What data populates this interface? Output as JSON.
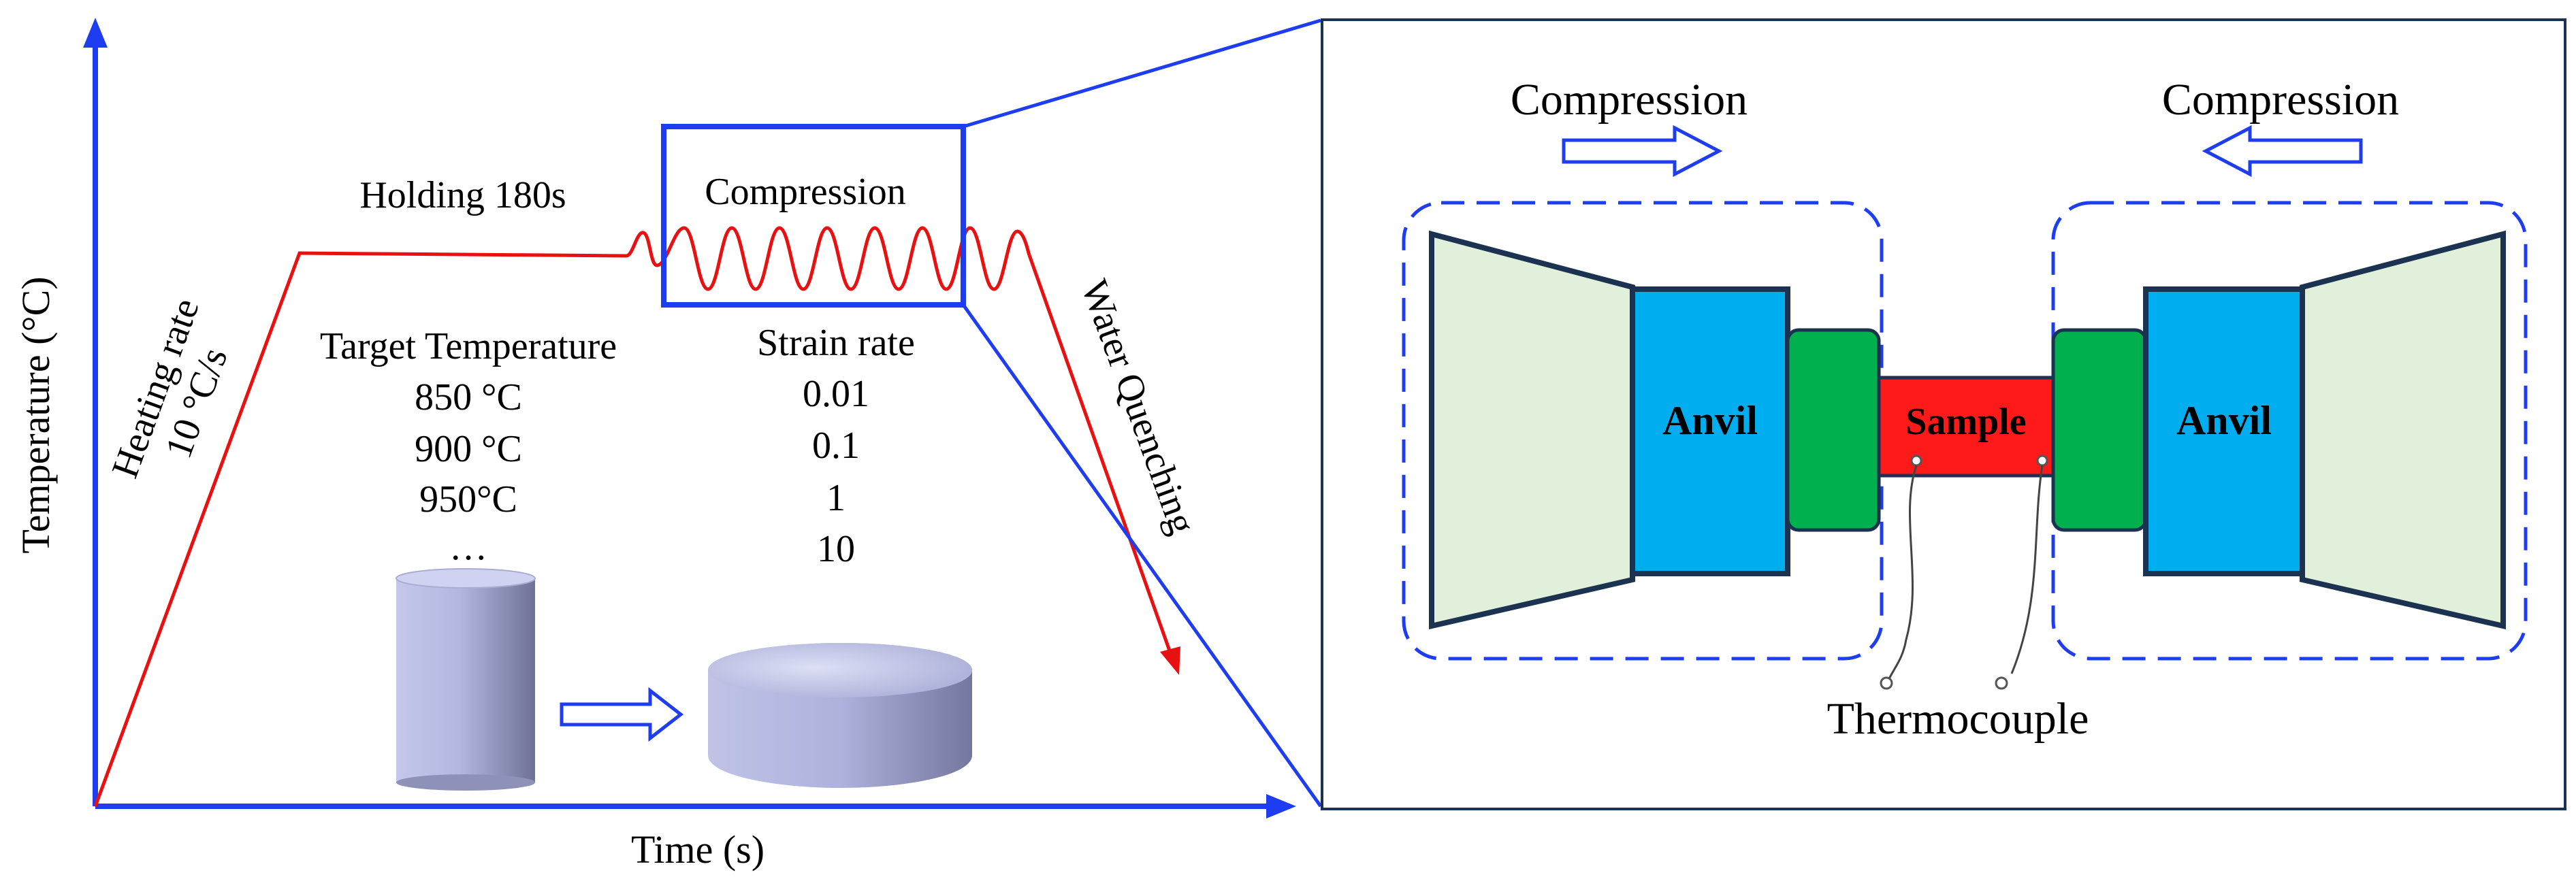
{
  "left_plot": {
    "y_axis_label": "Temperature (°C)",
    "x_axis_label": "Time (s)",
    "heating_rate_line1": "Heating rate",
    "heating_rate_line2": "10 °C/s",
    "holding_label": "Holding 180s",
    "compression_label": "Compression",
    "water_quenching_label": "Water Quenching",
    "target_temperature": {
      "heading": "Target Temperature",
      "values": [
        "850 °C",
        "900 °C",
        "950°C",
        "…"
      ]
    },
    "strain_rate": {
      "heading": "Strain rate",
      "values": [
        "0.01",
        "0.1",
        "1",
        "10"
      ]
    }
  },
  "right_panel": {
    "compression_left": "Compression",
    "compression_right": "Compression",
    "anvil_left": "Anvil",
    "anvil_right": "Anvil",
    "sample": "Sample",
    "thermocouple": "Thermocouple"
  },
  "colors": {
    "axis_blue": "#1f3df0",
    "profile_red": "#e81010",
    "frame_navy": "#1b3350",
    "anvil_blue": "#00aeef",
    "pad_green": "#00b04f",
    "sample_red": "#ff1a1a",
    "wedge_green": "#e1f0da",
    "cylinder_lavender": "#b8bce0"
  }
}
